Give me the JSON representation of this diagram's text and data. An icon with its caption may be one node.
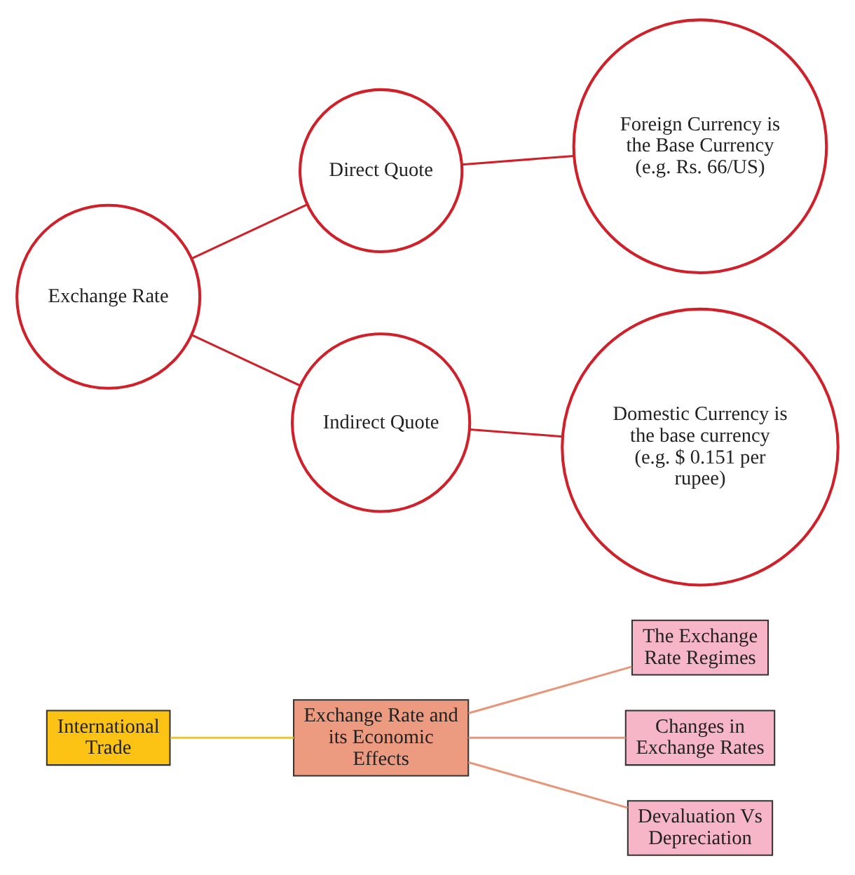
{
  "diagram": {
    "nodes": [
      {
        "text": [
          "International Trade"
        ]
      },
      {
        "text": [
          "Exchange Rate and its Economic Effects"
        ]
      },
      {
        "text": [
          "The Exchange Rate Regimes"
        ]
      },
      {
        "text": [
          "Changes in Exchange Rates"
        ]
      },
      {
        "text": [
          "Devaluation Vs Depreciation"
        ]
      },
      {
        "text": [
          "Exchange Rate"
        ]
      },
      {
        "text": [
          "Direct Quote"
        ]
      },
      {
        "text": [
          "Indirect Quote"
        ]
      },
      {
        "text": [
          "Foreign Currency is the Base Currency (e.g. Rs. 66/US)"
        ]
      },
      {
        "text": [
          "Domestic Currency is the base currency (e.g. $ 0.151 per rupee)"
        ]
      }
    ],
    "edges": [
      {
        "from": 0,
        "to": 1,
        "arrow": "none",
        "color": "#f5c518"
      },
      {
        "from": 1,
        "to": 2,
        "arrow": "none",
        "color": "#e8967a"
      },
      {
        "from": 1,
        "to": 3,
        "arrow": "none",
        "color": "#e8967a"
      },
      {
        "from": 1,
        "to": 4,
        "arrow": "none",
        "color": "#e8967a"
      },
      {
        "from": 5,
        "to": 6,
        "arrow": "none"
      },
      {
        "from": 5,
        "to": 7,
        "arrow": "none"
      },
      {
        "from": 6,
        "to": 8,
        "arrow": "none"
      },
      {
        "from": 7,
        "to": 9,
        "arrow": "none"
      }
    ]
  }
}
